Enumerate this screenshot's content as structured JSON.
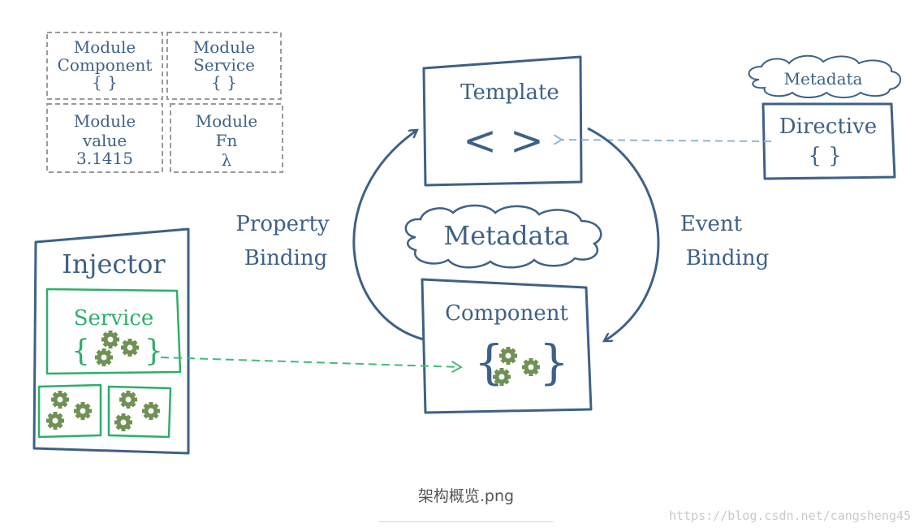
{
  "modules": [
    {
      "line1": "Module",
      "line2": "Component",
      "line3": "{ }"
    },
    {
      "line1": "Module",
      "line2": "Service",
      "line3": "{ }"
    },
    {
      "line1": "Module",
      "line2": "value",
      "line3": "3.1415"
    },
    {
      "line1": "Module",
      "line2": "Fn",
      "line3": "λ"
    }
  ],
  "template": {
    "title": "Template",
    "symbol": "< >"
  },
  "directive": {
    "cloud": "Metadata",
    "title": "Directive",
    "symbol": "{ }"
  },
  "center_cloud": "Metadata",
  "component": {
    "title": "Component"
  },
  "left_label": {
    "line1": "Property",
    "line2": "Binding"
  },
  "right_label": {
    "line1": "Event",
    "line2": "Binding"
  },
  "injector": {
    "title": "Injector",
    "service": "Service"
  },
  "colors": {
    "blue": "#3e6186",
    "green": "#2fae6a",
    "gear": "#6f9154",
    "dash_blue": "#8fb5d9",
    "dash_green": "#45b97a"
  },
  "footer": {
    "caption": "架构概览.png",
    "watermark": "https://blog.csdn.net/cangsheng45"
  }
}
